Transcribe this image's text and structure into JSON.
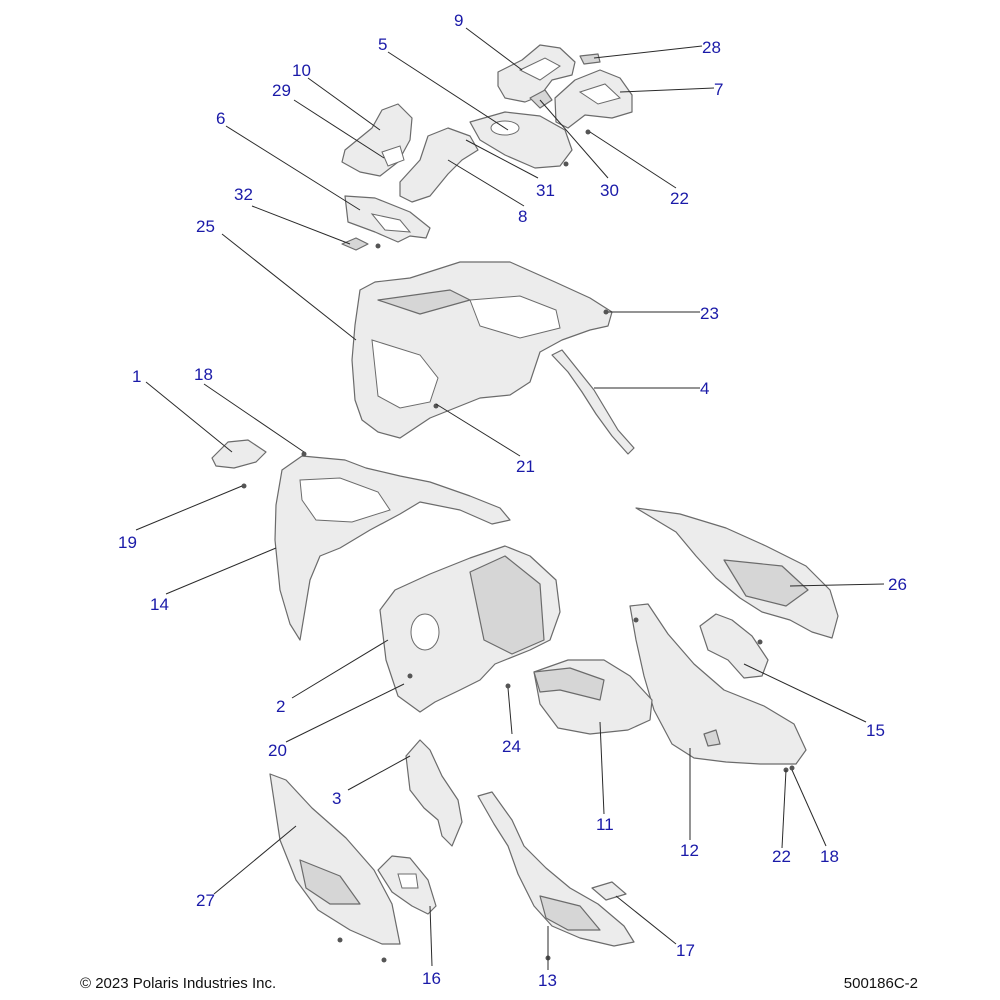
{
  "callouts": [
    "1",
    "2",
    "3",
    "4",
    "5",
    "6",
    "7",
    "8",
    "9",
    "10",
    "11",
    "12",
    "13",
    "14",
    "15",
    "16",
    "17",
    "18",
    "18",
    "19",
    "20",
    "21",
    "22",
    "22",
    "23",
    "24",
    "25",
    "26",
    "27",
    "28",
    "29",
    "30",
    "31",
    "32"
  ],
  "footer": {
    "copyright": "© 2023 Polaris Industries Inc.",
    "drawing_number": "500186C-2"
  }
}
